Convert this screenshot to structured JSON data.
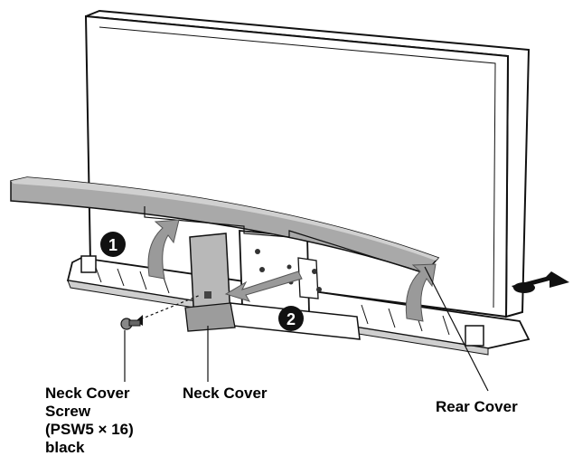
{
  "labels": {
    "neck_cover_screw": [
      "Neck Cover",
      "Screw",
      "(PSW5 × 16)",
      "black"
    ],
    "neck_cover": "Neck Cover",
    "rear_cover": "Rear Cover"
  },
  "steps": [
    "1",
    "2"
  ],
  "colors": {
    "line": "#111111",
    "panel_fill": "#ffffff",
    "cover_gray": "#a9a9a9",
    "cover_dark": "#7a7a7a",
    "arrow_gray": "#9a9a9a",
    "badge": "#111111"
  }
}
